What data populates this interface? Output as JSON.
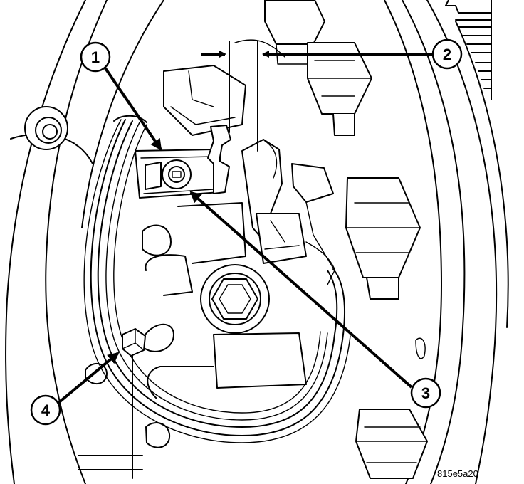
{
  "callouts": [
    {
      "id": "1",
      "label": "1"
    },
    {
      "id": "2",
      "label": "2"
    },
    {
      "id": "3",
      "label": "3"
    },
    {
      "id": "4",
      "label": "4"
    }
  ],
  "figure_ref": "815e5a20",
  "colors": {
    "ink": "#000000",
    "paper": "#ffffff"
  }
}
